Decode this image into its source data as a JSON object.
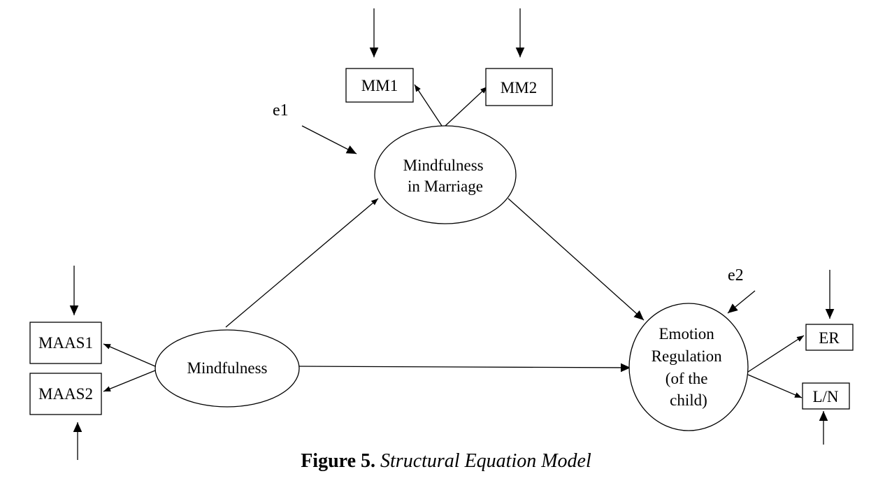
{
  "observed": {
    "mm1": "MM1",
    "mm2": "MM2",
    "maas1": "MAAS1",
    "maas2": "MAAS2",
    "er": "ER",
    "ln": "L/N"
  },
  "latent": {
    "mim": [
      "Mindfulness",
      "in Marriage"
    ],
    "mindfulness": [
      "Mindfulness"
    ],
    "emotion": [
      "Emotion",
      "Regulation",
      "(of the",
      "child)"
    ]
  },
  "errors": {
    "e1": "e1",
    "e2": "e2"
  },
  "caption": {
    "label": "Figure 5.",
    "title": "Structural Equation Model"
  }
}
